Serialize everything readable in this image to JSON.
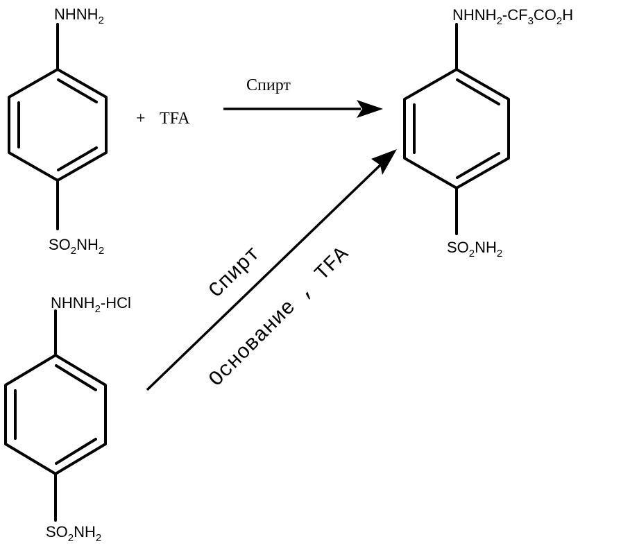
{
  "reactant_top": {
    "top_group": "NHNH",
    "top_group_sub": "2",
    "bottom_group_a": "SO",
    "bottom_group_sub1": "2",
    "bottom_group_b": "NH",
    "bottom_group_sub2": "2"
  },
  "reagent": {
    "plus": "+",
    "name": "TFA"
  },
  "arrow_top": {
    "condition": "Спирт"
  },
  "product": {
    "top_group_a": "NHNH",
    "top_group_sub1": "2",
    "top_group_b": "-CF",
    "top_group_sub2": "3",
    "top_group_c": "CO",
    "top_group_sub3": "2",
    "top_group_d": "H",
    "bottom_group_a": "SO",
    "bottom_group_sub1": "2",
    "bottom_group_b": "NH",
    "bottom_group_sub2": "2"
  },
  "reactant_bottom": {
    "top_group_a": "NHNH",
    "top_group_sub1": "2",
    "top_group_b": "-HCl",
    "bottom_group_a": "SO",
    "bottom_group_sub1": "2",
    "bottom_group_b": "NH",
    "bottom_group_sub2": "2"
  },
  "arrow_diagonal": {
    "condition_above": "Спирт",
    "condition_below": "Основание , TFA"
  }
}
